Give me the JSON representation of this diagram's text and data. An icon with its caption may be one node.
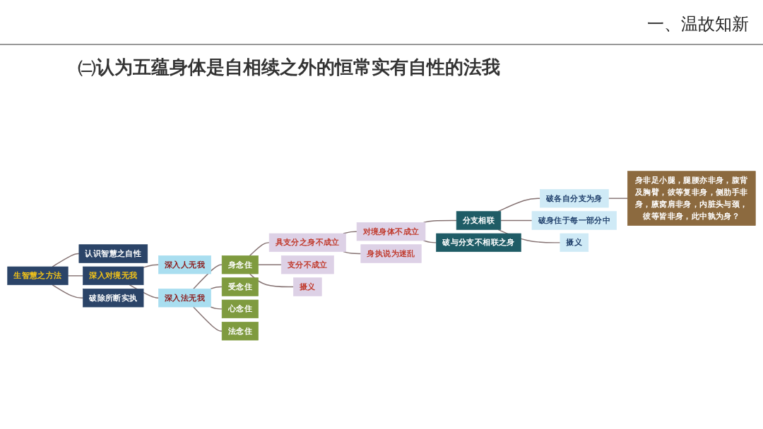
{
  "diagram": {
    "title": "㈡认为五蕴身体是自相续之外的恒常实有自性的法我",
    "nodes": [
      {
        "text": [
          "生智慧之方法"
        ]
      },
      {
        "text": [
          "认识智慧之自性"
        ]
      },
      {
        "text": [
          "深入对境无我"
        ]
      },
      {
        "text": [
          "破除所断实执"
        ]
      },
      {
        "text": [
          "深入人无我"
        ]
      },
      {
        "text": [
          "深入法无我"
        ]
      },
      {
        "text": [
          "身念住"
        ]
      },
      {
        "text": [
          "受念住"
        ]
      },
      {
        "text": [
          "心念住"
        ]
      },
      {
        "text": [
          "法念住"
        ]
      },
      {
        "text": [
          "具支分之身不成立"
        ]
      },
      {
        "text": [
          "支分不成立"
        ]
      },
      {
        "text": [
          "摄义"
        ]
      },
      {
        "text": [
          "对境身体不成立"
        ]
      },
      {
        "text": [
          "身执说为迷乱"
        ]
      },
      {
        "text": [
          "分支相联"
        ]
      },
      {
        "text": [
          "破与分支不相联之身"
        ]
      },
      {
        "text": [
          "破各自分支为身"
        ]
      },
      {
        "text": [
          "破身住于每一部分中"
        ]
      },
      {
        "text": [
          "摄义"
        ]
      },
      {
        "text": [
          "身非足小腿，腿腰亦非身，腹背及胸臂，彼等复非身，侧肋手非身，腋窝肩非身，内脏头与颈，彼等皆非身，此中孰为身？"
        ]
      }
    ],
    "edges": [
      {
        "from": 0,
        "to": 1,
        "arrow": "none"
      },
      {
        "from": 0,
        "to": 2,
        "arrow": "none"
      },
      {
        "from": 0,
        "to": 3,
        "arrow": "none"
      },
      {
        "from": 2,
        "to": 4,
        "arrow": "none"
      },
      {
        "from": 2,
        "to": 5,
        "arrow": "none"
      },
      {
        "from": 5,
        "to": 6,
        "arrow": "none"
      },
      {
        "from": 5,
        "to": 7,
        "arrow": "none"
      },
      {
        "from": 5,
        "to": 8,
        "arrow": "none"
      },
      {
        "from": 5,
        "to": 9,
        "arrow": "none"
      },
      {
        "from": 6,
        "to": 10,
        "arrow": "none"
      },
      {
        "from": 6,
        "to": 11,
        "arrow": "none"
      },
      {
        "from": 6,
        "to": 12,
        "arrow": "none"
      },
      {
        "from": 10,
        "to": 13,
        "arrow": "none"
      },
      {
        "from": 10,
        "to": 14,
        "arrow": "none"
      },
      {
        "from": 13,
        "to": 15,
        "arrow": "none"
      },
      {
        "from": 13,
        "to": 16,
        "arrow": "none"
      },
      {
        "from": 15,
        "to": 17,
        "arrow": "none"
      },
      {
        "from": 15,
        "to": 18,
        "arrow": "none"
      },
      {
        "from": 15,
        "to": 19,
        "arrow": "none"
      },
      {
        "from": 17,
        "to": 20,
        "arrow": "none"
      }
    ],
    "labels": [
      "一、温故知新"
    ]
  }
}
